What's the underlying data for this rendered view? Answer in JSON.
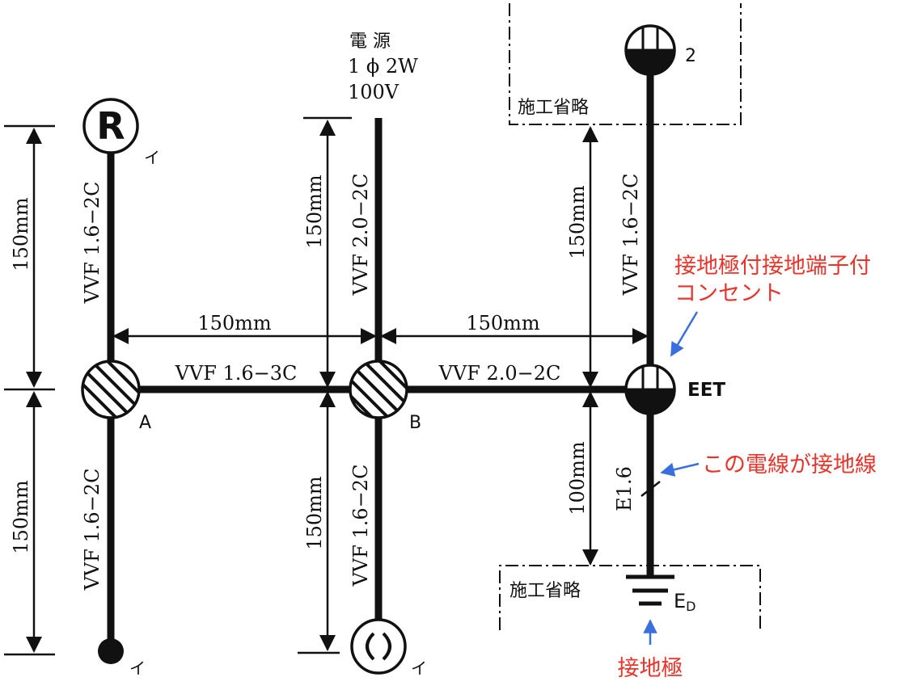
{
  "power_source": {
    "line1": "電 源",
    "line2": "1 ϕ 2W",
    "line3": "100V"
  },
  "fixtures": {
    "receptacle_label": "R",
    "receptacle_switch_mark": "イ",
    "pilot_switch_mark": "イ",
    "ceiling_light_switch_mark": "イ",
    "outlet2_count": "2",
    "eet_label": "EET",
    "ground_label_main": "E",
    "ground_label_sub": "D"
  },
  "boxes": {
    "junction_a": "A",
    "junction_b": "B"
  },
  "cables": {
    "a_up": "VVF 1.6−2C",
    "a_down": "VVF 1.6−2C",
    "a_to_b": "VVF 1.6−3C",
    "b_up": "VVF 2.0−2C",
    "b_down": "VVF 1.6−2C",
    "b_to_eet": "VVF 2.0−2C",
    "eet_up": "VVF 1.6−2C",
    "ground_wire": "E1.6"
  },
  "dimensions": {
    "a_up": "150mm",
    "a_down": "150mm",
    "b_up": "150mm",
    "b_down": "150mm",
    "a_to_b": "150mm",
    "b_to_eet": "150mm",
    "eet_up": "150mm",
    "eet_down": "100mm"
  },
  "omitted": {
    "top": "施工省略",
    "bottom": "施工省略"
  },
  "annotations": {
    "eet_line1": "接地極付接地端子付",
    "eet_line2": "コンセント",
    "ground_wire_note": "この電線が接地線",
    "ground_electrode": "接地極"
  },
  "colors": {
    "ink": "#111111",
    "annotation_red": "#e8342a",
    "arrow_blue": "#3a6fe0"
  }
}
